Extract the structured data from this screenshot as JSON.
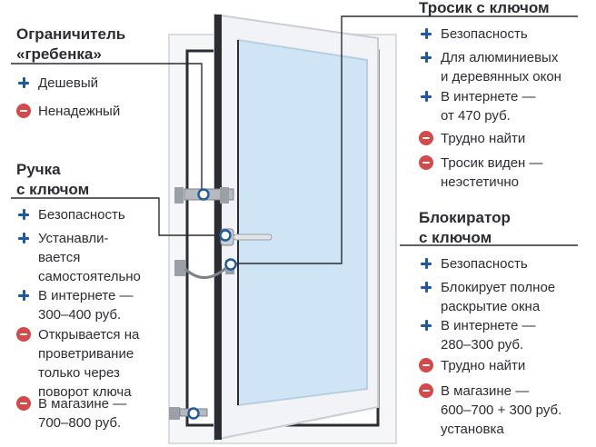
{
  "colors": {
    "plus": "#1f5a9c",
    "minus": "#d24a4a",
    "text": "#2b2d33",
    "glass": "#cfe5f6",
    "frame": "#2b2d33",
    "marker": "#1f5a9c"
  },
  "limiter": {
    "title_line1": "Ограничитель",
    "title_line2": "«гребенка»",
    "items": [
      {
        "sign": "plus",
        "text": "Дешевый"
      },
      {
        "sign": "minus",
        "text": "Ненадежный"
      }
    ]
  },
  "handle": {
    "title_line1": "Ручка",
    "title_line2": "с ключом",
    "items": [
      {
        "sign": "plus",
        "text": "Безопасность"
      },
      {
        "sign": "plus",
        "text": "Устанавли-\nвается\nсамостоятельно"
      },
      {
        "sign": "plus",
        "text": "В интернете —\n300–400 руб."
      },
      {
        "sign": "minus",
        "text": "Открывается на\nпроветривание\nтолько через\nповорот ключа"
      },
      {
        "sign": "minus",
        "text": "В магазине —\n700–800 руб."
      }
    ]
  },
  "cable": {
    "title": "Тросик с ключом",
    "items": [
      {
        "sign": "plus",
        "text": "Безопасность"
      },
      {
        "sign": "plus",
        "text": "Для алюминиевых\nи деревянных окон"
      },
      {
        "sign": "plus",
        "text": "В интернете —\nот 470 руб."
      },
      {
        "sign": "minus",
        "text": "Трудно найти"
      },
      {
        "sign": "minus",
        "text": "Тросик виден —\nнеэстетично"
      }
    ]
  },
  "blocker": {
    "title_line1": "Блокиратор",
    "title_line2": "с ключом",
    "items": [
      {
        "sign": "plus",
        "text": "Безопасность"
      },
      {
        "sign": "plus",
        "text": "Блокирует полное\nраскрытие окна"
      },
      {
        "sign": "plus",
        "text": "В интернете —\n280–300 руб."
      },
      {
        "sign": "minus",
        "text": "Трудно найти"
      },
      {
        "sign": "minus",
        "text": "В магазине —\n600–700 + 300 руб.\nустановка"
      }
    ]
  }
}
